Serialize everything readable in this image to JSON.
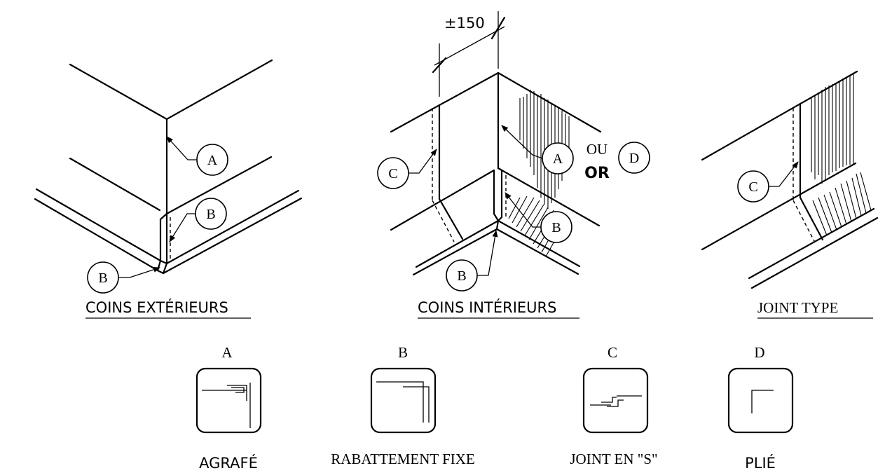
{
  "dimension": "±150",
  "views": {
    "exterior": "COINS EXTÉRIEURS",
    "interior": "COINS INTÉRIEURS",
    "joint": "JOINT TYPE"
  },
  "callouts": {
    "a": "A",
    "b": "B",
    "c": "C",
    "d": "D",
    "ou": "OU",
    "or": "OR"
  },
  "legend": [
    {
      "letter": "A",
      "label": "AGRAFÉ"
    },
    {
      "letter": "B",
      "label": "RABATTEMENT FIXE"
    },
    {
      "letter": "C",
      "label": "JOINT EN \"S\""
    },
    {
      "letter": "D",
      "label": "PLIÉ"
    }
  ]
}
